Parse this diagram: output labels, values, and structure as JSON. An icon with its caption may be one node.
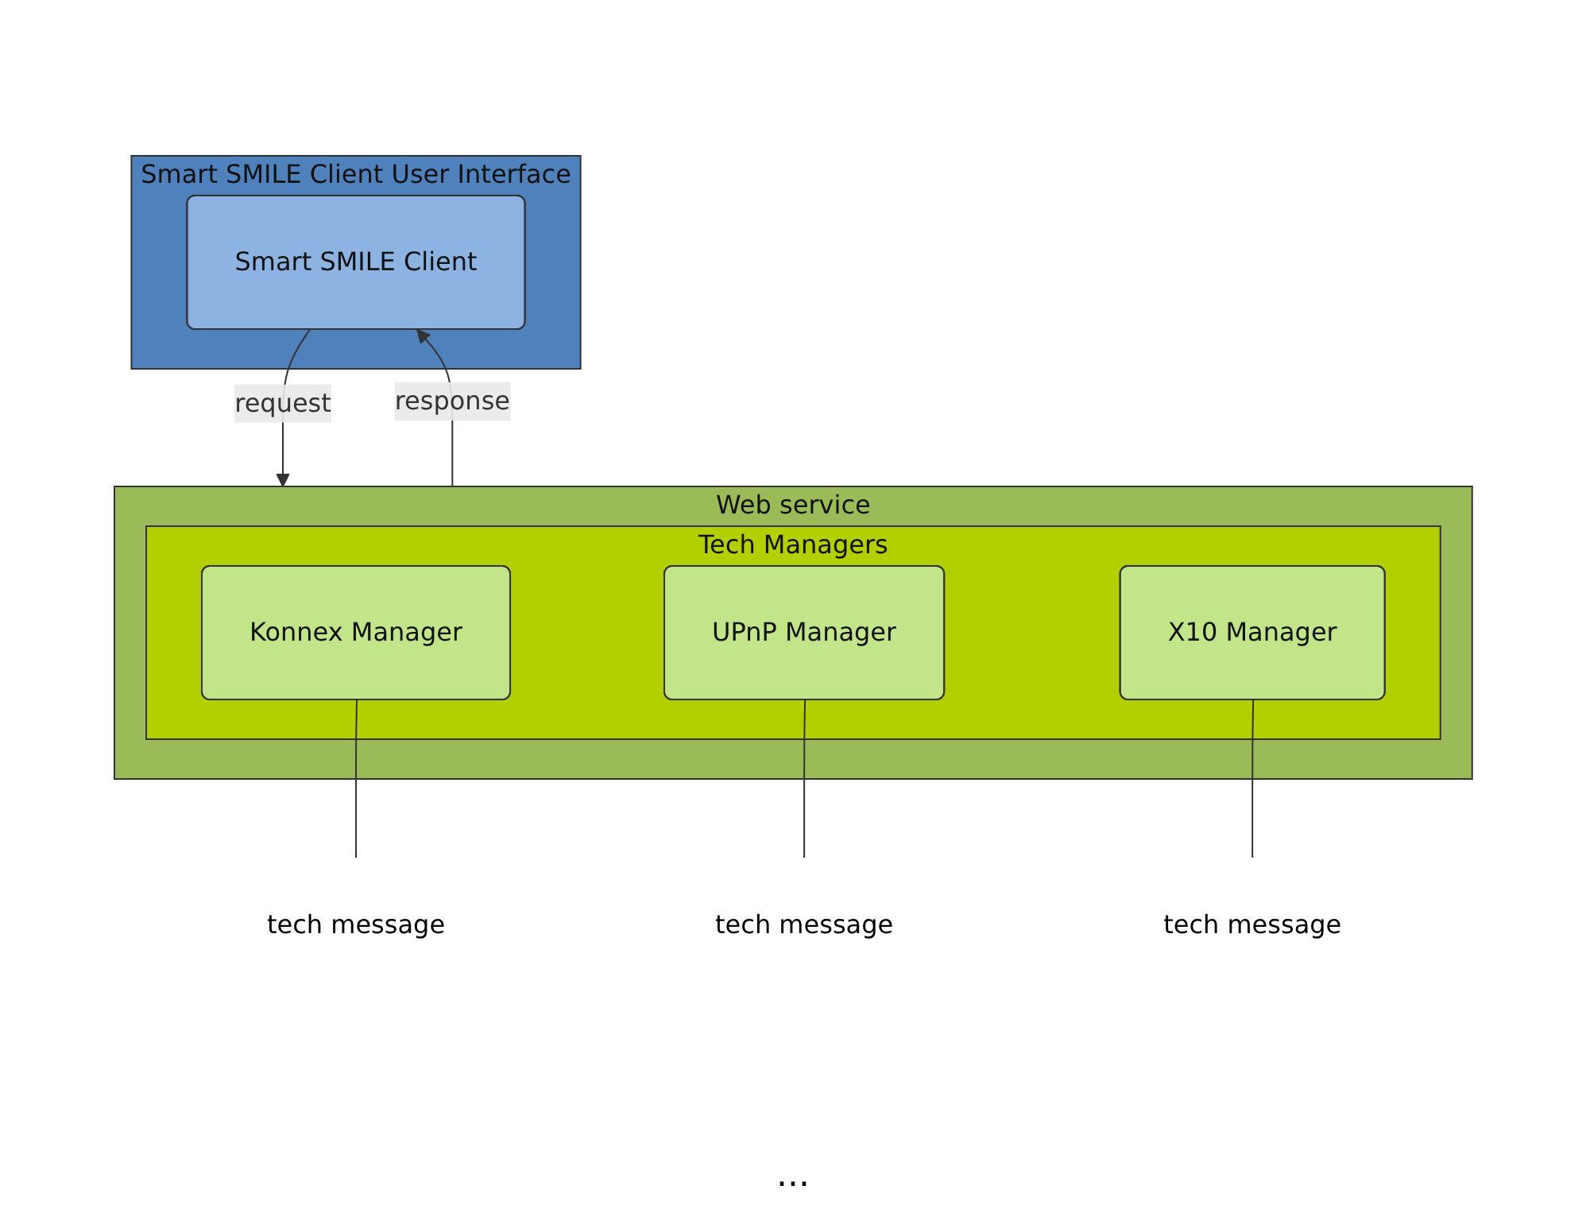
{
  "diagram": {
    "nodes": [
      {
        "text": [
          "Smart SMILE Client User Interface"
        ]
      },
      {
        "text": [
          "Smart SMILE Client"
        ],
        "in": 0
      },
      {
        "text": [
          "Web service"
        ]
      },
      {
        "text": [
          "Tech Managers"
        ],
        "in": 2
      },
      {
        "text": [
          "Konnex Manager"
        ],
        "in": 3
      },
      {
        "text": [
          "UPnP Manager"
        ],
        "in": 3
      },
      {
        "text": [
          "X10 Manager"
        ],
        "in": 3
      },
      {
        "text": [
          "tech message"
        ]
      },
      {
        "text": [
          "tech message"
        ]
      },
      {
        "text": [
          "tech message"
        ]
      }
    ],
    "edges": [
      {
        "from": 1,
        "to": 2,
        "arrow": "to",
        "label": "request"
      },
      {
        "from": 2,
        "to": 1,
        "arrow": "to",
        "label": "response"
      },
      {
        "from": 4,
        "to": 7,
        "arrow": "none"
      },
      {
        "from": 5,
        "to": 8,
        "arrow": "none"
      },
      {
        "from": 6,
        "to": 9,
        "arrow": "none"
      }
    ],
    "labels": [
      "..."
    ]
  }
}
